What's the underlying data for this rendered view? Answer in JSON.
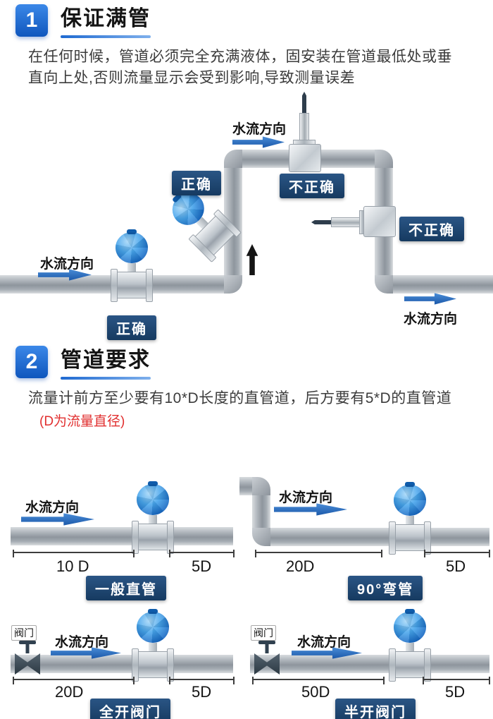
{
  "colors": {
    "accent_blue": "#1565c0",
    "badge_navy": "#173a60",
    "note_red": "#e12f2f"
  },
  "section1": {
    "number": "1",
    "title": "保证满管",
    "body_line1": "在任何时候，管道必须完全充满液体，固安装在管道最低处或垂",
    "body_line2": "直向上处,否则流量显示会受到影响,导致测量误差",
    "labels": {
      "flow_top": "水流方向",
      "flow_left": "水流方向",
      "flow_bottom_right": "水流方向",
      "correct_upper": "正确",
      "incorrect_top": "不正确",
      "incorrect_right": "不正确",
      "correct_lower": "正确"
    }
  },
  "section2": {
    "number": "2",
    "title": "管道要求",
    "body": "流量计前方至少要有10*D长度的直管道，后方要有5*D的直管道",
    "note": "(D为流量直径)",
    "panels": [
      {
        "flow_label": "水流方向",
        "dim_front": "10 D",
        "dim_back": "5D",
        "caption": "一般直管"
      },
      {
        "flow_label": "水流方向",
        "dim_front": "20D",
        "dim_back": "5D",
        "caption": "90°弯管"
      },
      {
        "flow_label": "水流方向",
        "dim_front": "20D",
        "dim_back": "5D",
        "caption": "全开阀门",
        "valve_label": "阀门"
      },
      {
        "flow_label": "水流方向",
        "dim_front": "50D",
        "dim_back": "5D",
        "caption": "半开阀门",
        "valve_label": "阀门"
      }
    ]
  }
}
